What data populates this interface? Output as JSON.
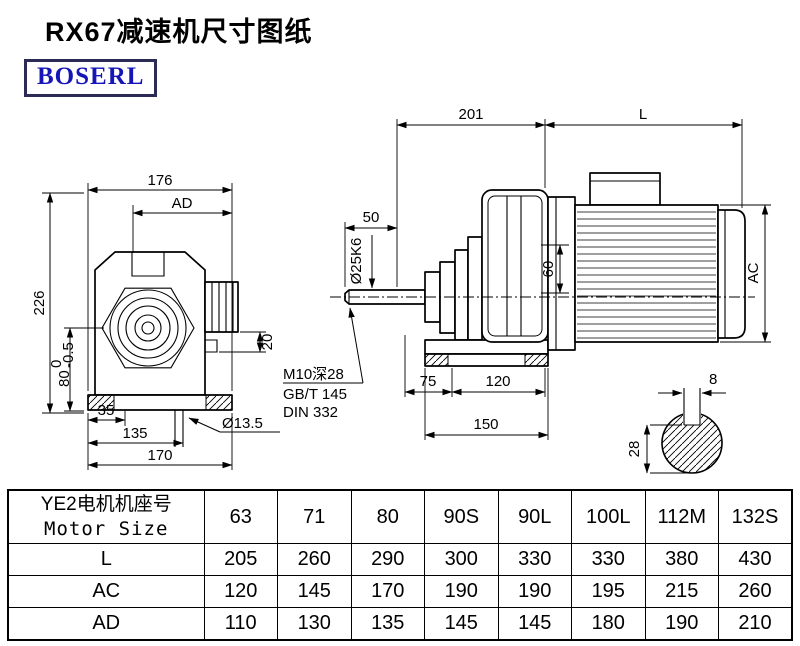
{
  "page": {
    "title": "RX67减速机尺寸图纸",
    "brand": "BOSERL",
    "colors": {
      "brand_text": "#1616b8",
      "brand_border": "#2b2b55",
      "line": "#000000"
    }
  },
  "front_view": {
    "dim_width_top": "176",
    "dim_ad": "AD",
    "dim_height": "226",
    "dim_80": "80",
    "dim_80_tol_upper": "0",
    "dim_80_tol_lower": "-0.5",
    "dim_20": "20",
    "dim_35": "35",
    "dim_135": "135",
    "dim_170": "170",
    "dim_foot_hole": "Ø13.5"
  },
  "side_view": {
    "dim_201": "201",
    "dim_motor_length": "L",
    "dim_50": "50",
    "dim_shaft": "Ø25K6",
    "dim_60": "60",
    "dim_motor_height": "AC",
    "note_tapped_hole": "M10深28",
    "note_standard_1": "GB/T 145",
    "note_standard_2": "DIN 332",
    "dim_75": "75",
    "dim_120": "120",
    "dim_150": "150"
  },
  "shaft_detail": {
    "dim_key_width": "8",
    "dim_28": "28"
  },
  "table": {
    "header": {
      "label_cn": "YE2电机机座号",
      "label_en": "Motor Size",
      "sizes": [
        "63",
        "71",
        "80",
        "90S",
        "90L",
        "100L",
        "112M",
        "132S"
      ]
    },
    "rows": [
      {
        "label": "L",
        "values": [
          "205",
          "260",
          "290",
          "300",
          "330",
          "330",
          "380",
          "430"
        ]
      },
      {
        "label": "AC",
        "values": [
          "120",
          "145",
          "170",
          "190",
          "190",
          "195",
          "215",
          "260"
        ]
      },
      {
        "label": "AD",
        "values": [
          "110",
          "130",
          "135",
          "145",
          "145",
          "180",
          "190",
          "210"
        ]
      }
    ]
  }
}
